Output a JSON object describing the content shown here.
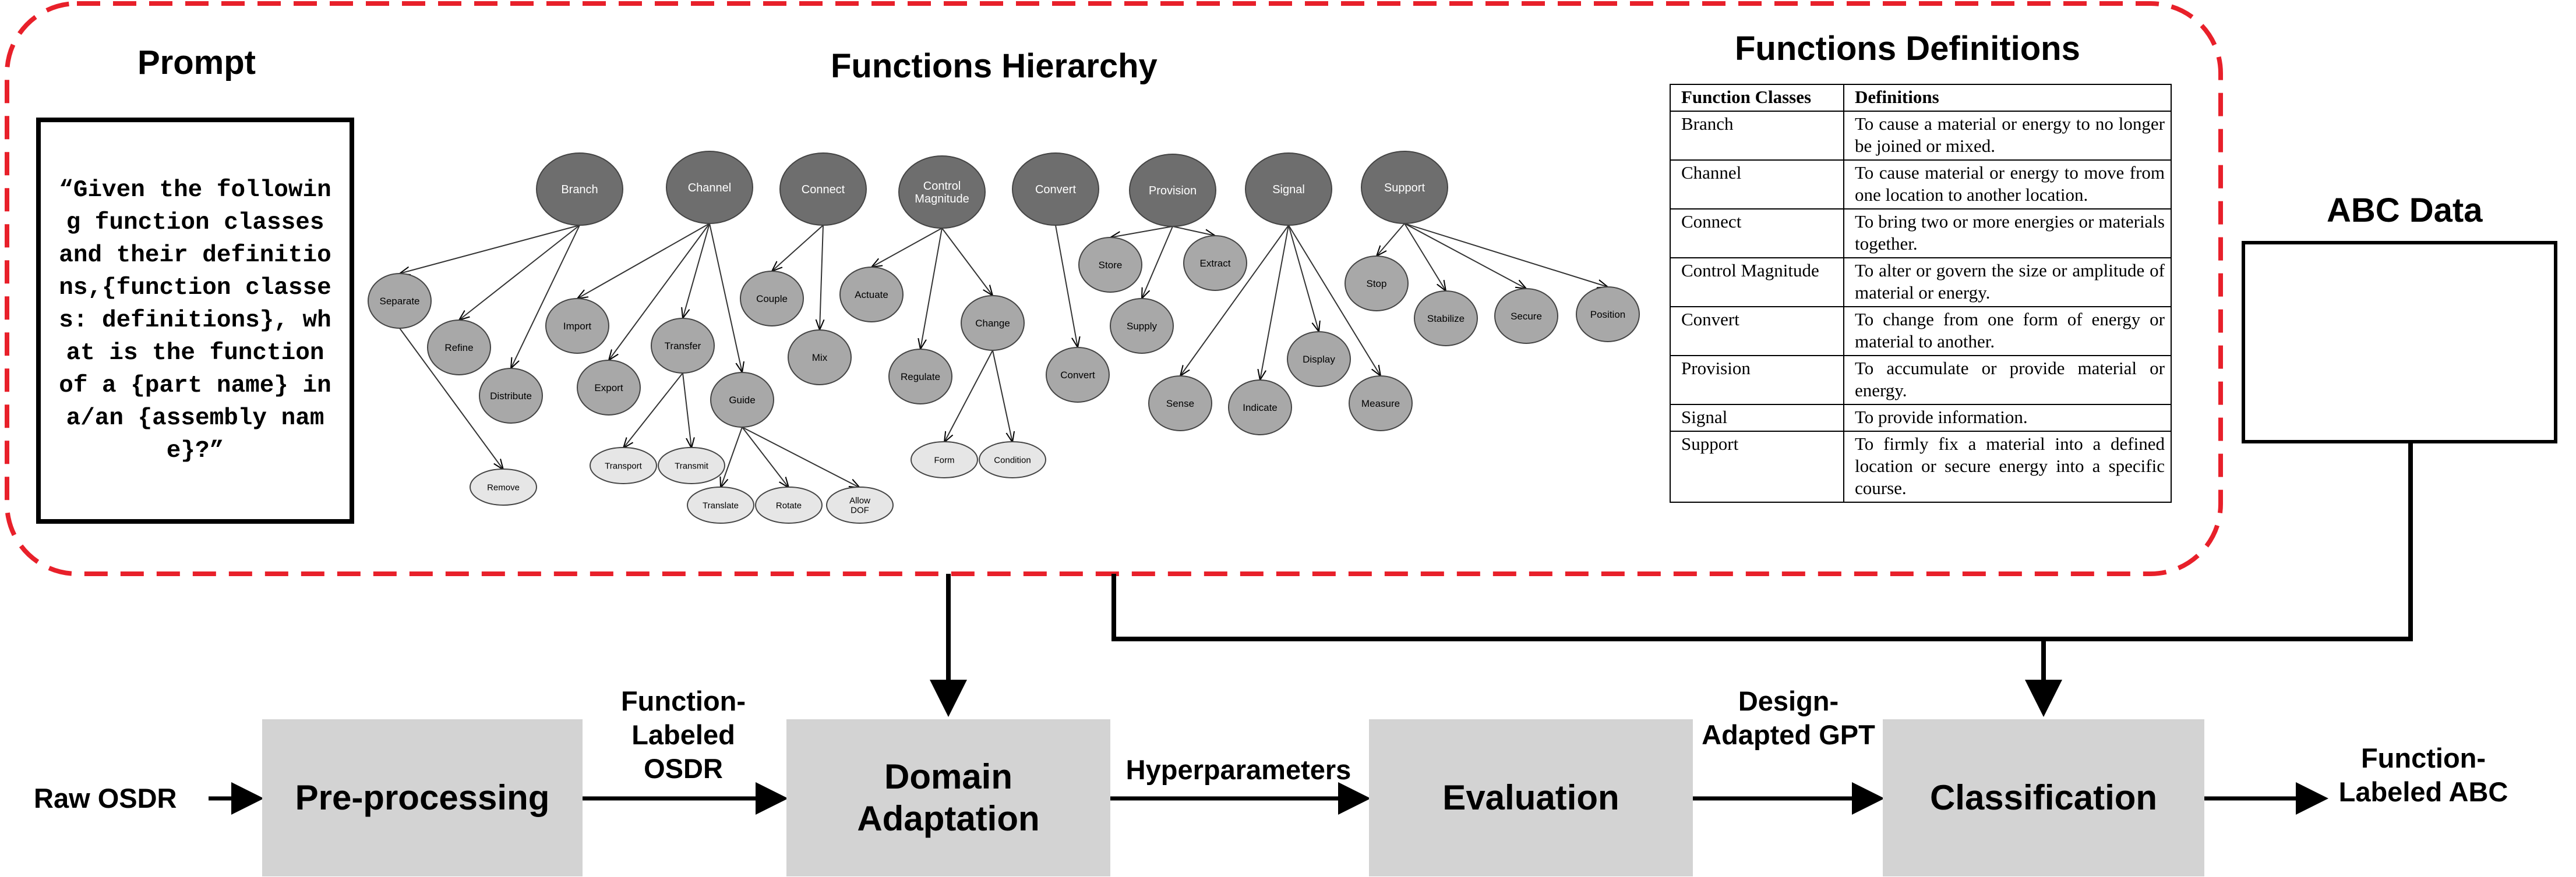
{
  "headings": {
    "prompt": "Prompt",
    "hierarchy": "Functions Hierarchy",
    "definitions": "Functions Definitions",
    "abc": "ABC Data"
  },
  "prompt_text": "“Given the following function classes and their definitions,{function classes: definitions}, what is the function of a {part name} in a/an {assembly name}?”",
  "hierarchy": {
    "classes": [
      {
        "name": "Branch",
        "children": [
          {
            "name": "Separate",
            "children": [
              "Remove"
            ]
          },
          {
            "name": "Refine",
            "children": []
          },
          {
            "name": "Distribute",
            "children": []
          }
        ]
      },
      {
        "name": "Channel",
        "children": [
          {
            "name": "Import",
            "children": []
          },
          {
            "name": "Export",
            "children": []
          },
          {
            "name": "Transfer",
            "children": [
              "Transport",
              "Transmit"
            ]
          },
          {
            "name": "Guide",
            "children": [
              "Translate",
              "Rotate",
              "Allow DOF"
            ]
          }
        ]
      },
      {
        "name": "Connect",
        "children": [
          {
            "name": "Couple",
            "children": []
          },
          {
            "name": "Mix",
            "children": []
          }
        ]
      },
      {
        "name": "Control Magnitude",
        "children": [
          {
            "name": "Actuate",
            "children": []
          },
          {
            "name": "Regulate",
            "children": []
          },
          {
            "name": "Change",
            "children": [
              "Form",
              "Condition"
            ]
          }
        ]
      },
      {
        "name": "Convert",
        "children": [
          {
            "name": "Convert",
            "children": []
          }
        ]
      },
      {
        "name": "Provision",
        "children": [
          {
            "name": "Store",
            "children": []
          },
          {
            "name": "Supply",
            "children": []
          },
          {
            "name": "Extract",
            "children": []
          }
        ]
      },
      {
        "name": "Signal",
        "children": [
          {
            "name": "Sense",
            "children": []
          },
          {
            "name": "Indicate",
            "children": []
          },
          {
            "name": "Display",
            "children": []
          },
          {
            "name": "Measure",
            "children": []
          }
        ]
      },
      {
        "name": "Support",
        "children": [
          {
            "name": "Stop",
            "children": []
          },
          {
            "name": "Stabilize",
            "children": []
          },
          {
            "name": "Secure",
            "children": []
          },
          {
            "name": "Position",
            "children": []
          }
        ]
      }
    ]
  },
  "definitions_table": {
    "headers": [
      "Function Classes",
      "Definitions"
    ],
    "rows": [
      [
        "Branch",
        "To cause a material or energy to no longer be joined or mixed."
      ],
      [
        "Channel",
        "To cause material or energy to move from one location to another location."
      ],
      [
        "Connect",
        "To bring two or more energies or materials together."
      ],
      [
        "Control Magnitude",
        "To alter or govern the size or amplitude of material or energy."
      ],
      [
        "Convert",
        "To change from one form of energy or material to another."
      ],
      [
        "Provision",
        "To accumulate or provide material or energy."
      ],
      [
        "Signal",
        "To provide information."
      ],
      [
        "Support",
        "To firmly fix a material into a defined location or secure energy into a specific course."
      ]
    ]
  },
  "pipeline": {
    "input_label": "Raw OSDR",
    "stages": [
      "Pre-processing",
      "Domain Adaptation",
      "Evaluation",
      "Classification"
    ],
    "flow_labels": [
      "Function-Labeled OSDR",
      "Hyperparameters",
      "Design-Adapted GPT"
    ],
    "output_label": "Function-Labeled ABC"
  },
  "colors": {
    "dashed_border": "#e8202a",
    "class_node": "#6e6e6e",
    "mid_node": "#a8a8a8",
    "leaf_node": "#e6e6e6",
    "stage_fill": "#d3d3d3"
  }
}
